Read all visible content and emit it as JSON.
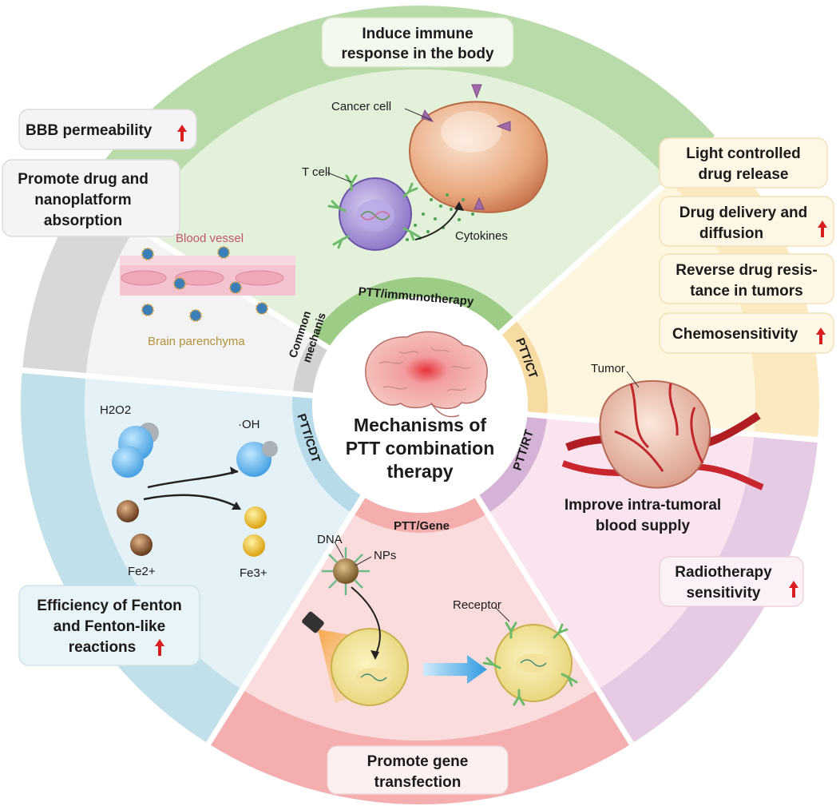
{
  "center": {
    "title_lines": [
      "Mechanisms of",
      "PTT combination",
      "therapy"
    ]
  },
  "segments": {
    "immunotherapy": {
      "label": "PTT/immunotherapy",
      "outcome_lines": [
        "Induce immune",
        "response in the body"
      ],
      "labels": {
        "cancer_cell": "Cancer cell",
        "t_cell": "T cell",
        "cytokines": "Cytokines"
      }
    },
    "ct": {
      "label": "PTT/CT",
      "outcomes": [
        {
          "lines": [
            "Light controlled",
            "drug release"
          ],
          "arrow": false
        },
        {
          "lines": [
            "Drug delivery and",
            "diffusion"
          ],
          "arrow": true
        },
        {
          "lines": [
            "Reverse drug resis-",
            "tance in tumors"
          ],
          "arrow": false
        },
        {
          "lines": [
            "Chemosensitivity"
          ],
          "arrow": true
        }
      ]
    },
    "rt": {
      "label": "PTT/RT",
      "tumor_label": "Tumor",
      "effect_lines": [
        "Improve intra-tumoral",
        "blood supply"
      ],
      "outcome_lines": [
        "Radiotherapy",
        "sensitivity"
      ],
      "outcome_arrow": true
    },
    "gene": {
      "label": "PTT/Gene",
      "labels": {
        "dna": "DNA",
        "nps": "NPs",
        "receptor": "Receptor"
      },
      "outcome_lines": [
        "Promote gene",
        "transfection"
      ]
    },
    "cdt": {
      "label": "PTT/CDT",
      "labels": {
        "h2o2": "H2O2",
        "oh": "·OH",
        "fe2": "Fe2+",
        "fe3": "Fe3+"
      },
      "outcome_lines": [
        "Efficiency of Fenton",
        "and Fenton-like",
        "reactions"
      ],
      "outcome_arrow": true
    },
    "common": {
      "label_lines": [
        "Common",
        "mechanis"
      ],
      "outcome1": "BBB permeability",
      "outcome1_arrow": true,
      "outcome2_lines": [
        "Promote drug and",
        "nanoplatform",
        "absorption"
      ],
      "blood_vessel": "Blood vessel",
      "brain": "Brain parenchyma"
    }
  },
  "colors": {
    "immuno_outer": "#b9dba9",
    "immuno_inner": "#e3f1da",
    "immuno_band": "#9ccc85",
    "ct_outer": "#fbeac0",
    "ct_inner": "#fff6e0",
    "ct_band": "#f6dca3",
    "rt_outer": "#e5cbe3",
    "rt_inner": "#f9e4ef",
    "rt_band": "#d5b3d6",
    "gene_outer": "#f4aeb0",
    "gene_inner": "#fbdcdc",
    "gene_band": "#f4aeae",
    "cdt_outer": "#c2e0ea",
    "cdt_inner": "#e4f2f7",
    "cdt_band": "#b7dbe8",
    "common_outer": "#d8d8d8",
    "common_inner": "#f3f3f3",
    "common_band": "#d2d2d2",
    "arrow_red": "#d81e1e"
  }
}
